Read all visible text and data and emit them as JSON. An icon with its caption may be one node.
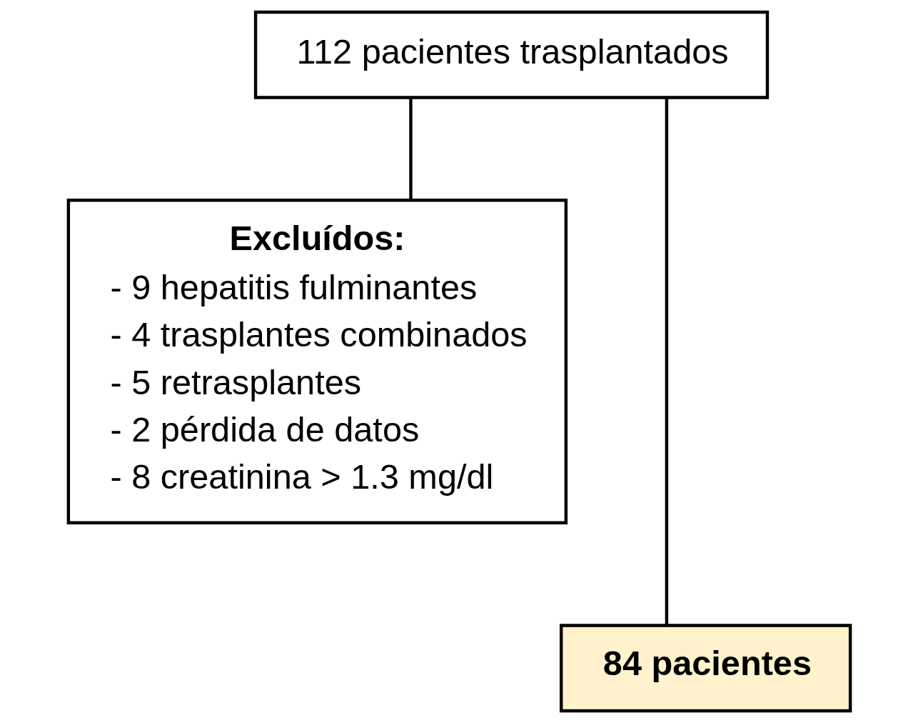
{
  "diagram": {
    "nodes": [
      {
        "text": [
          "112 pacientes trasplantados"
        ]
      },
      {
        "text": [
          "Excluídos:",
          "- 9 hepatitis fulminantes",
          "- 4 trasplantes combinados",
          "- 5 retrasplantes",
          "- 2 pérdida de datos",
          "- 8 creatinina > 1.3 mg/dl"
        ]
      },
      {
        "text": [
          "84 pacientes"
        ]
      }
    ],
    "edges": [
      {
        "from": 0,
        "to": 2,
        "arrow": "none"
      },
      {
        "from": 0,
        "to": 1,
        "arrow": "none"
      }
    ]
  }
}
